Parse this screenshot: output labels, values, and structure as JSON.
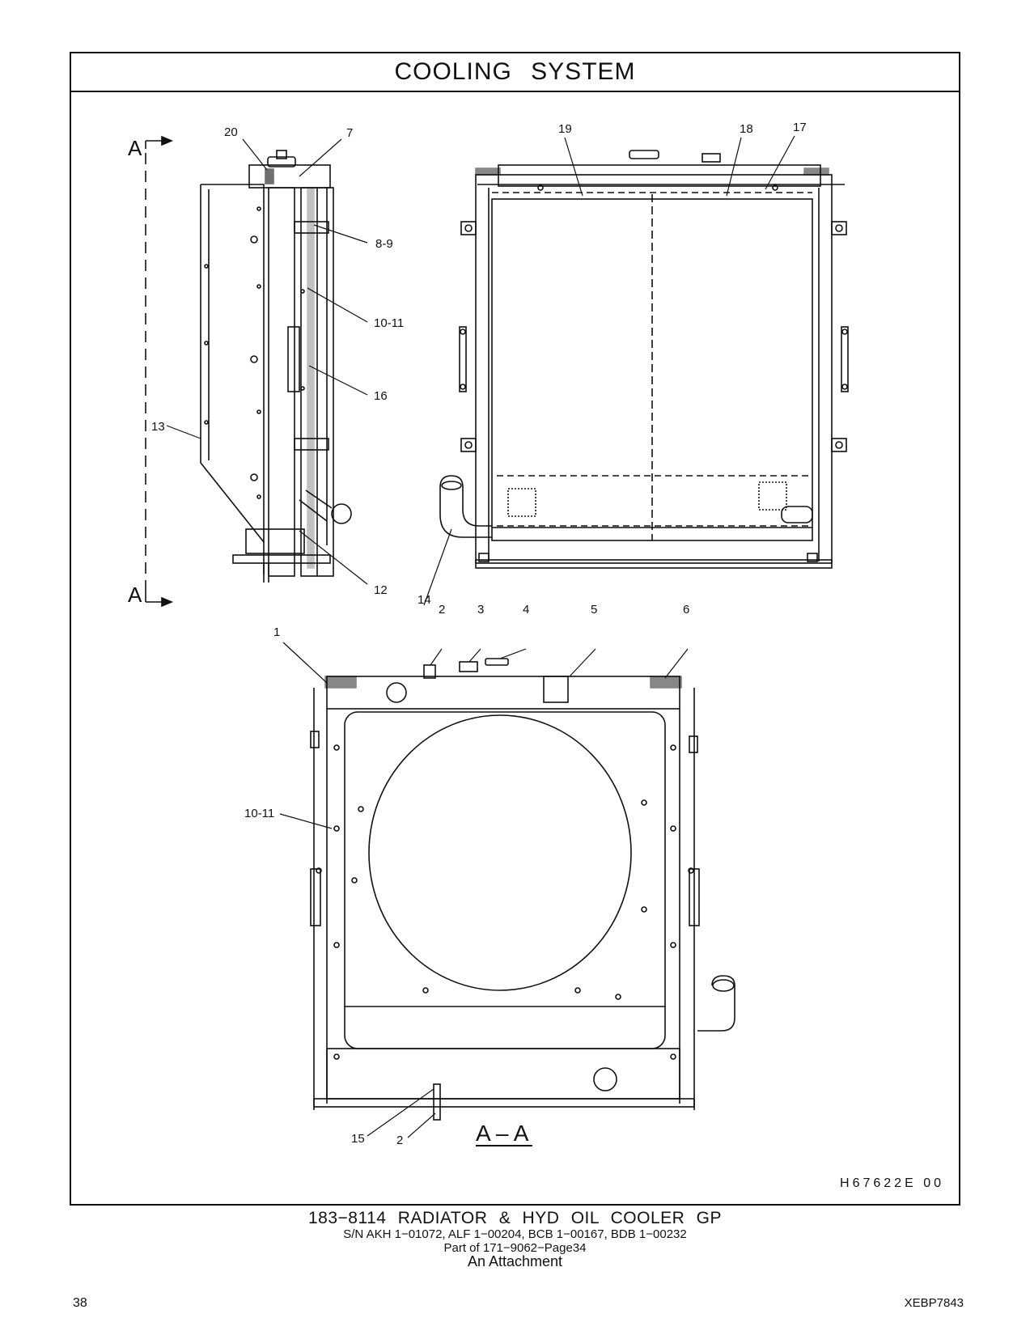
{
  "header": {
    "title": "COOLING   SYSTEM"
  },
  "callouts": {
    "c20": "20",
    "c7": "7",
    "c8_9": "8-9",
    "c10_11": "10-11",
    "c16": "16",
    "c13": "13",
    "c12": "12",
    "c14": "14",
    "c19": "19",
    "c18": "18",
    "c17": "17",
    "c1": "1",
    "c2": "2",
    "c3": "3",
    "c4": "4",
    "c5": "5",
    "c6": "6",
    "c10_11b": "10-11",
    "c15": "15",
    "c2b": "2"
  },
  "section": {
    "marker_top": "A",
    "marker_bottom": "A",
    "view_label": "A – A"
  },
  "drawing_code": "H67622E   00",
  "caption": {
    "line1": "183−8114  RADIATOR & HYD OIL COOLER GP",
    "line2": "S/N AKH 1−01072, ALF 1−00204, BCB 1−00167, BDB 1−00232",
    "line3": "Part of 171−9062−Page34",
    "line4": "An Attachment"
  },
  "footer": {
    "page_number": "38",
    "doc_id": "XEBP7843"
  }
}
